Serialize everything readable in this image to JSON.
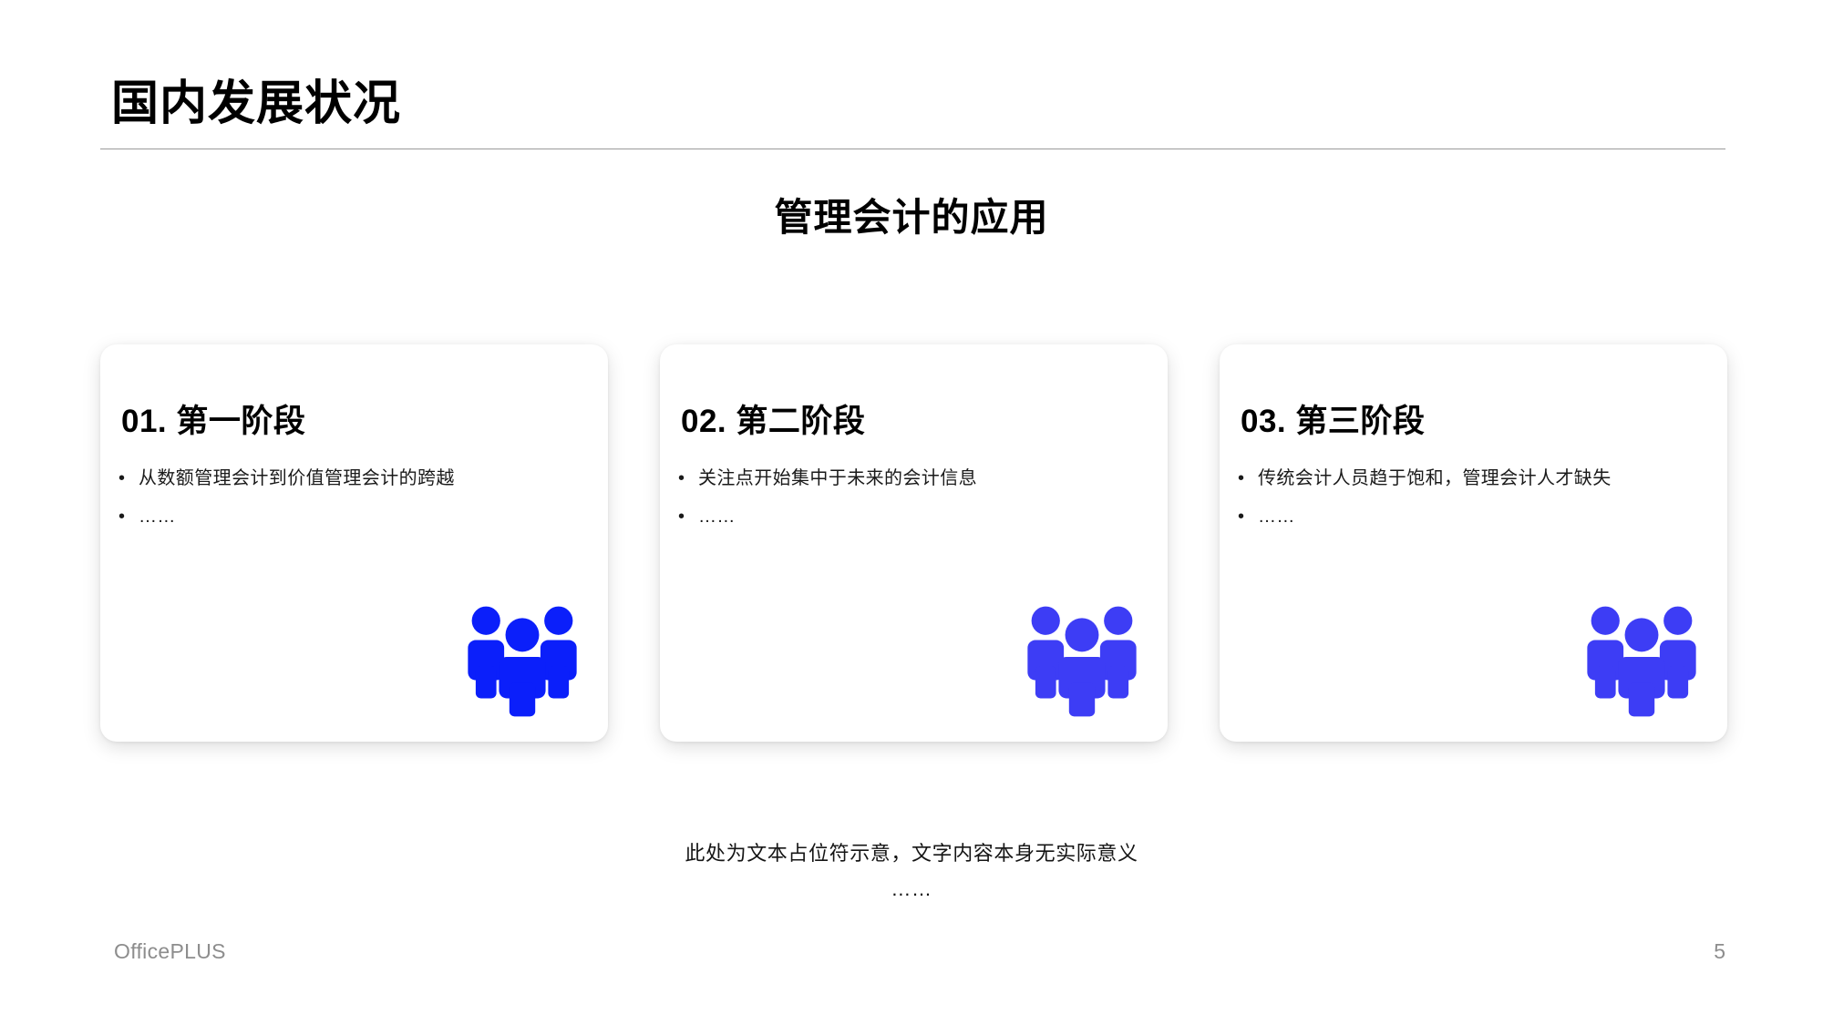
{
  "slide": {
    "title": "国内发展状况",
    "subtitle": "管理会计的应用",
    "cards": [
      {
        "heading": "01. 第一阶段",
        "bullets": [
          "从数额管理会计到价值管理会计的跨越",
          "……"
        ],
        "icon": "people-group-icon",
        "icon_color": "#0B1FFA"
      },
      {
        "heading": "02. 第二阶段",
        "bullets": [
          "关注点开始集中于未来的会计信息",
          "……"
        ],
        "icon": "people-group-icon",
        "icon_color": "#3D3DF5"
      },
      {
        "heading": "03. 第三阶段",
        "bullets": [
          "传统会计人员趋于饱和，管理会计人才缺失",
          "……"
        ],
        "icon": "people-group-icon",
        "icon_color": "#3D3DF5"
      }
    ],
    "bullet_marker": "•",
    "footnote": {
      "line1": "此处为文本占位符示意，文字内容本身无实际意义",
      "line2": "……"
    },
    "footer": {
      "brand": "OfficePLUS",
      "page_number": "5"
    },
    "colors": {
      "background": "#FFFFFF",
      "text": "#000000",
      "muted_text": "#8D8D8D",
      "divider": "#9A9A9A",
      "accent_blue": "#3D3DF5"
    }
  }
}
